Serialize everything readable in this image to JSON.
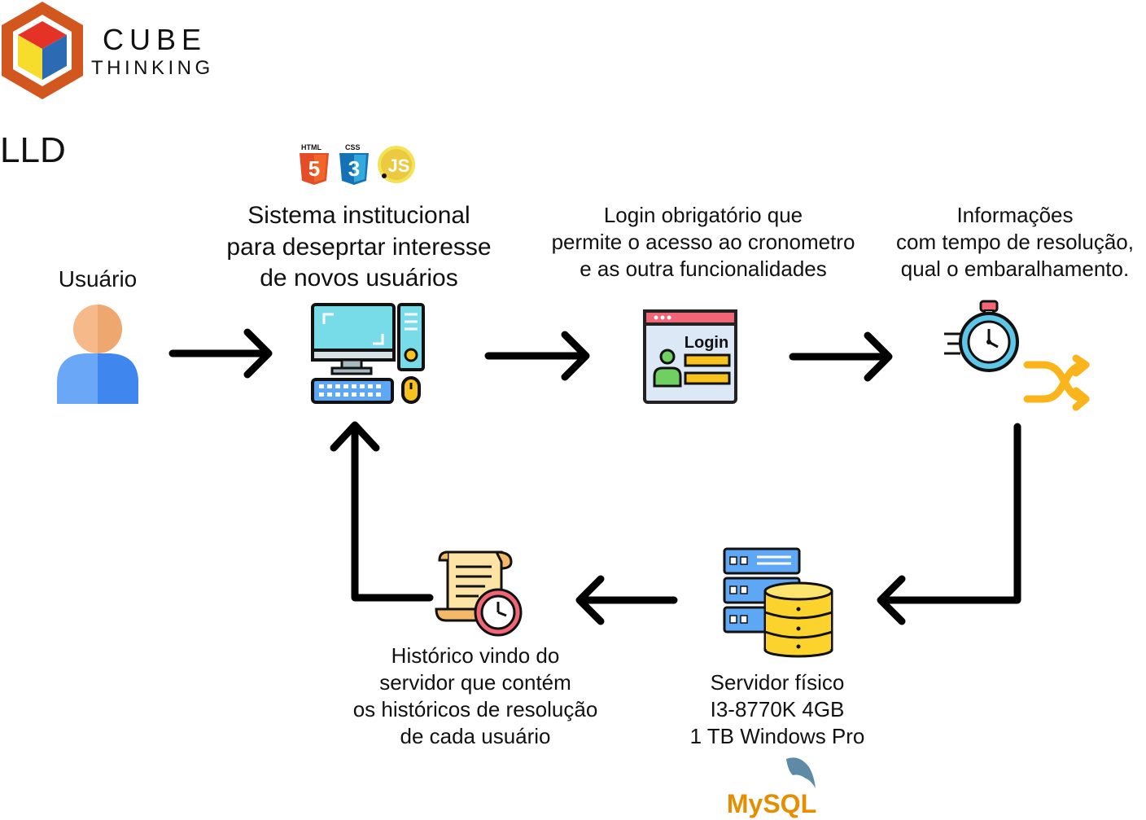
{
  "brand": {
    "name_top": "CUBE",
    "name_bottom": "THINKING"
  },
  "heading": "LLD",
  "tech_icons": {
    "html": "HTML",
    "css": "CSS",
    "js": "JS"
  },
  "nodes": {
    "user": {
      "label": "Usuário"
    },
    "system": {
      "lines": [
        "Sistema institucional",
        "para deseprtar interesse",
        "de novos usuários"
      ]
    },
    "login": {
      "lines": [
        "Login obrigatório que",
        "permite o acesso ao cronometro",
        "e as outra funcionalidades"
      ],
      "icon_text": "Login"
    },
    "info": {
      "lines": [
        "Informações",
        "com tempo de resolução,",
        "qual o embaralhamento."
      ]
    },
    "server": {
      "lines": [
        "Servidor físico",
        "I3-8770K 4GB",
        "1 TB Windows Pro"
      ],
      "db_logo": "MySQL"
    },
    "history": {
      "lines": [
        "Histórico vindo do",
        "servidor que contém",
        "os históricos de resolução",
        "de cada usuário"
      ]
    }
  }
}
